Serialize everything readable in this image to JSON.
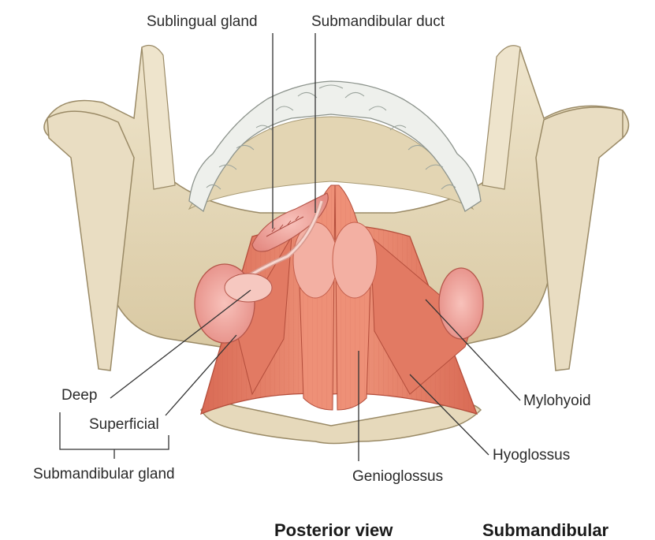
{
  "labels": {
    "sublingual_gland": "Sublingual gland",
    "submandibular_duct": "Submandibular duct",
    "deep": "Deep",
    "superficial": "Superficial",
    "submandibular_gland": "Submandibular gland",
    "mylohyoid": "Mylohyoid",
    "hyoglossus": "Hyoglossus",
    "genioglossus": "Genioglossus"
  },
  "cutoff_text": {
    "left": "Posterior view",
    "right": "Submandibular"
  },
  "colors": {
    "bone": "#e8dcc0",
    "bone_shadow": "#c9b992",
    "tooth": "#eef0ec",
    "muscle": "#e8866e",
    "muscle_dark": "#c95c48",
    "gland": "#f2a7a0",
    "leader_line": "#333333"
  }
}
